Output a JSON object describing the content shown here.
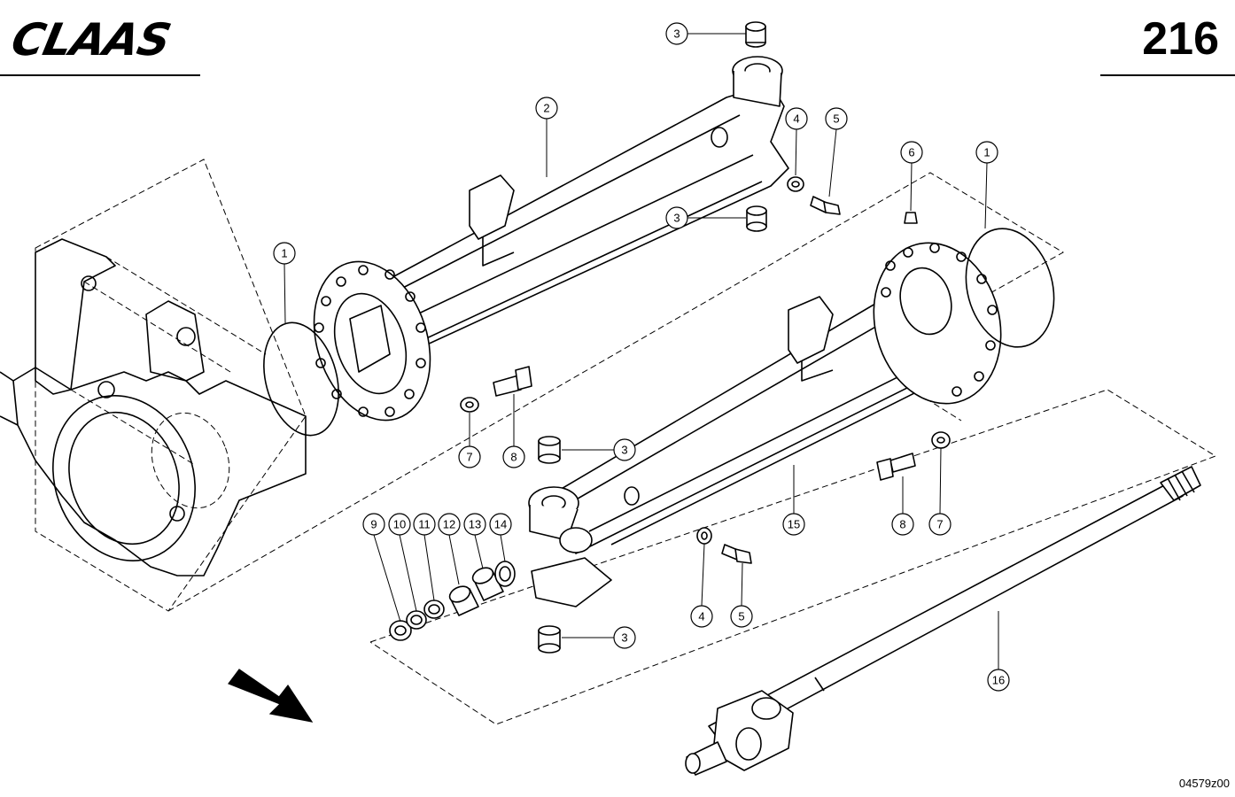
{
  "header": {
    "brand": "CLAAS",
    "page_number": "216"
  },
  "footer": {
    "drawing_code": "04579z00"
  },
  "callouts": [
    "1",
    "1",
    "2",
    "3",
    "3",
    "3",
    "3",
    "4",
    "4",
    "5",
    "5",
    "6",
    "7",
    "7",
    "8",
    "8",
    "9",
    "10",
    "11",
    "12",
    "13",
    "14",
    "15",
    "16"
  ]
}
